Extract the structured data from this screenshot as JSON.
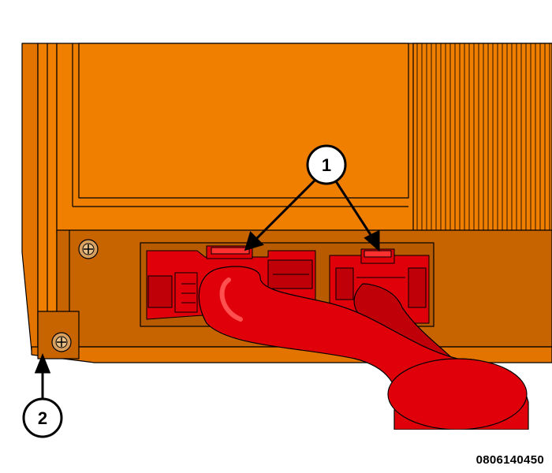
{
  "callouts": [
    {
      "label": "1"
    },
    {
      "label": "2"
    }
  ],
  "figure_id": "0806140450",
  "colors": {
    "housing": "#F07F00",
    "housing_dark": "#C86400",
    "connector": "#E0000A",
    "connector_dark": "#A00000",
    "outline": "#000000"
  }
}
